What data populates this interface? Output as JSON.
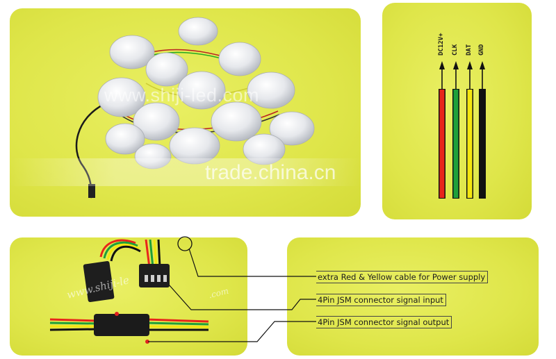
{
  "watermarks": {
    "shiji": "www.shiji-led.com",
    "trade": "trade.china.cn",
    "shiji_small": "www.shiji-le",
    "com_small": ".com"
  },
  "wires": [
    {
      "label": "DC12V+",
      "color": "#e8251b"
    },
    {
      "label": "CLK",
      "color": "#1fa03a"
    },
    {
      "label": "DAT",
      "color": "#f4e60f"
    },
    {
      "label": "GND",
      "color": "#111111"
    }
  ],
  "legend": {
    "power": "extra Red & Yellow cable for Power supply",
    "input": "4Pin JSM connector signal input",
    "output": "4Pin JSM connector signal output"
  },
  "colors": {
    "panel": "#dfe64a",
    "wire_red": "#e8251b",
    "wire_green": "#1fa03a",
    "wire_yellow": "#f4e60f",
    "wire_black": "#111111"
  }
}
